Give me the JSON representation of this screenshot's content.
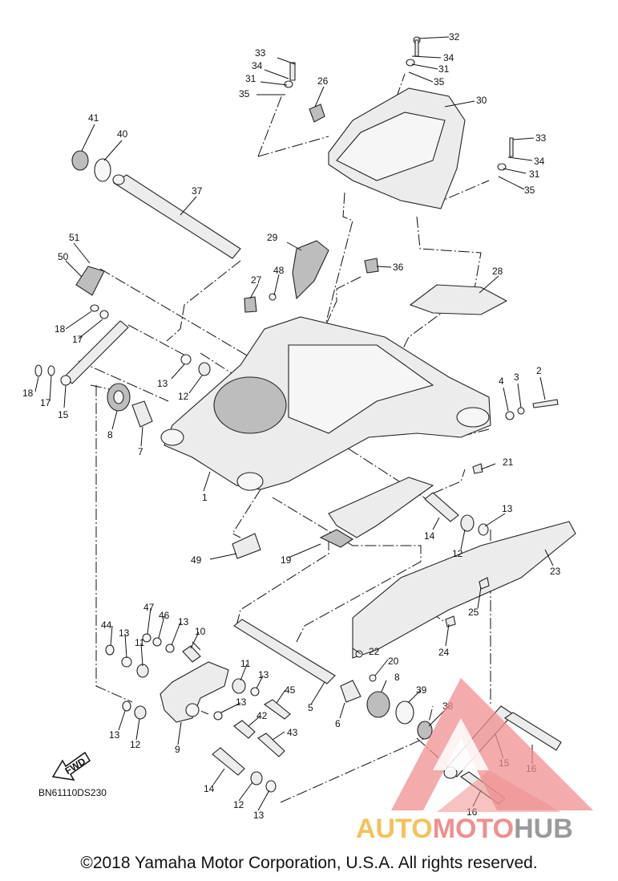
{
  "diagram": {
    "callouts": [
      "1",
      "2",
      "3",
      "4",
      "5",
      "6",
      "7",
      "8",
      "8",
      "9",
      "10",
      "11",
      "11",
      "12",
      "12",
      "12",
      "12",
      "13",
      "13",
      "13",
      "13",
      "13",
      "13",
      "13",
      "13",
      "14",
      "14",
      "15",
      "15",
      "16",
      "16",
      "17",
      "17",
      "18",
      "18",
      "19",
      "20",
      "21",
      "22",
      "23",
      "24",
      "25",
      "26",
      "27",
      "28",
      "29",
      "30",
      "31",
      "31",
      "31",
      "32",
      "33",
      "33",
      "34",
      "34",
      "34",
      "35",
      "35",
      "35",
      "36",
      "37",
      "38",
      "39",
      "40",
      "41",
      "42",
      "43",
      "44",
      "45",
      "46",
      "47",
      "48",
      "49",
      "50",
      "51"
    ],
    "fwd_label": "FWD",
    "code": "BN61110DS230"
  },
  "footer": {
    "copyright": "©2018 Yamaha Motor Corporation, U.S.A. All rights reserved."
  },
  "watermark": {
    "part1": "AUTO",
    "part2": "MOTO",
    "part3": "HUB",
    "colors": {
      "auto": "#f4c15d",
      "moto": "#ef8f8f",
      "hub": "#9a9a9a"
    }
  }
}
